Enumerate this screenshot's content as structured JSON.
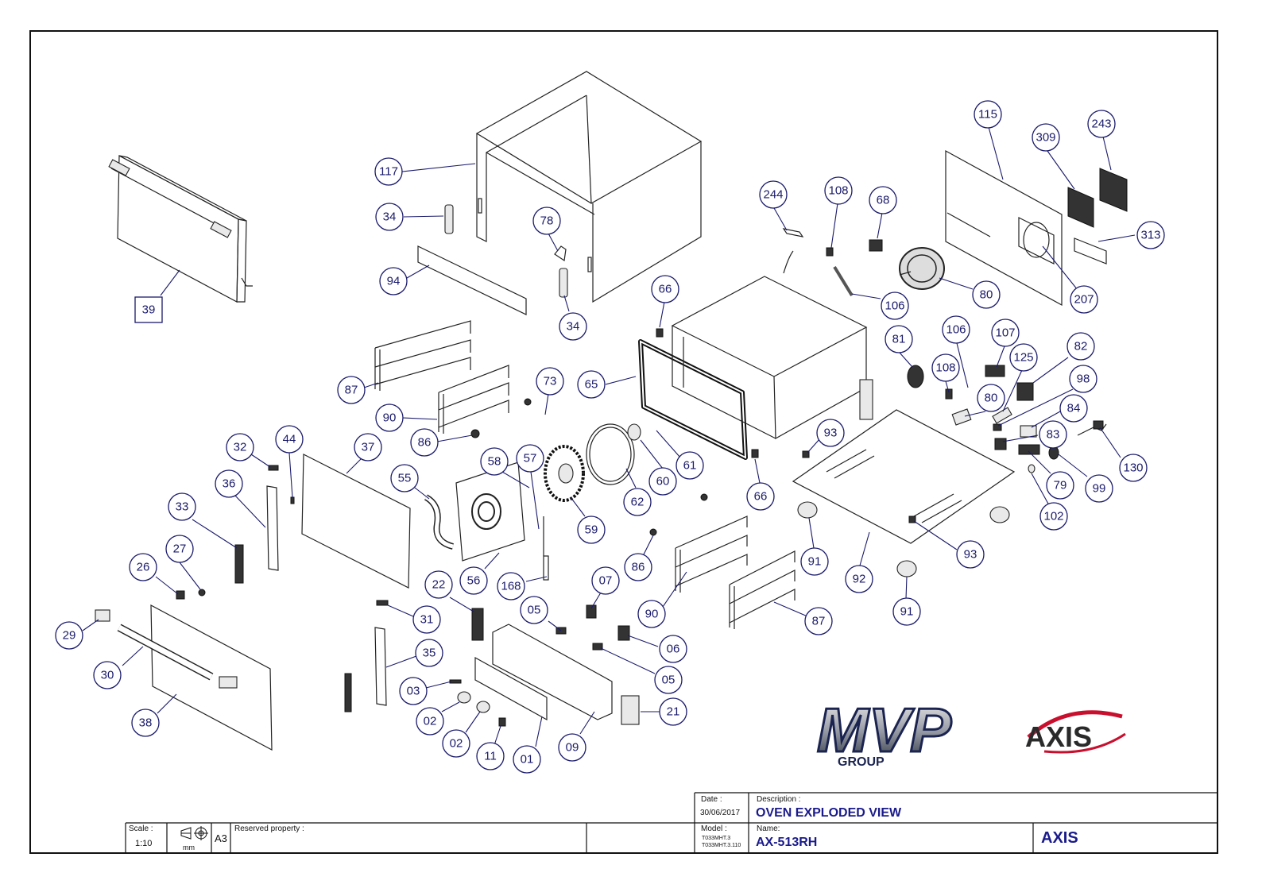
{
  "title_block": {
    "date_label": "Date :",
    "date_value": "30/06/2017",
    "description_label": "Description :",
    "description_value": "OVEN EXPLODED VIEW",
    "model_label": "Model :",
    "model_value_1": "T033MHT.3",
    "model_value_2": "T033MHT.3.110",
    "name_label": "Name:",
    "name_value": "AX-513RH",
    "brand": "AXIS",
    "scale_label": "Scale :",
    "scale_value": "1:10",
    "unit": "mm",
    "sheet_size": "A3",
    "reserved_label": "Reserved property :"
  },
  "logos": {
    "mvp_main": "MVP",
    "mvp_sub": "GROUP",
    "axis": "AXIS"
  },
  "balloons": {
    "b117": "117",
    "b34a": "34",
    "b78": "78",
    "b94": "94",
    "b34b": "34",
    "b39": "39",
    "b87a": "87",
    "b90a": "90",
    "b86a": "86",
    "b73": "73",
    "b65": "65",
    "b66a": "66",
    "b66b": "66",
    "b62": "62",
    "b60": "60",
    "b61": "61",
    "b244": "244",
    "b108a": "108",
    "b68": "68",
    "b106a": "106",
    "b80a": "80",
    "b115": "115",
    "b309": "309",
    "b243": "243",
    "b313": "313",
    "b207": "207",
    "b81": "81",
    "b106b": "106",
    "b108b": "108",
    "b107": "107",
    "b125": "125",
    "b82": "82",
    "b98": "98",
    "b80b": "80",
    "b84": "84",
    "b83": "83",
    "b130": "130",
    "b99": "99",
    "b79": "79",
    "b102": "102",
    "b93a": "93",
    "b93b": "93",
    "b91a": "91",
    "b92": "92",
    "b91b": "91",
    "b87b": "87",
    "b90b": "90",
    "b86b": "86",
    "b32": "32",
    "b44": "44",
    "b36": "36",
    "b37": "37",
    "b55": "55",
    "b58": "58",
    "b57": "57",
    "b59": "59",
    "b33": "33",
    "b27": "27",
    "b26": "26",
    "b56": "56",
    "b168": "168",
    "b22": "22",
    "b07": "07",
    "b05a": "05",
    "b06": "06",
    "b05b": "05",
    "b31": "31",
    "b35": "35",
    "b29": "29",
    "b30": "30",
    "b38": "38",
    "b03": "03",
    "b02a": "02",
    "b02b": "02",
    "b11": "11",
    "b01": "01",
    "b09": "09",
    "b21": "21"
  },
  "colors": {
    "balloon": "#1a1a6b",
    "brand_blue": "#1a1a8b",
    "axis_red": "#c8102e"
  }
}
